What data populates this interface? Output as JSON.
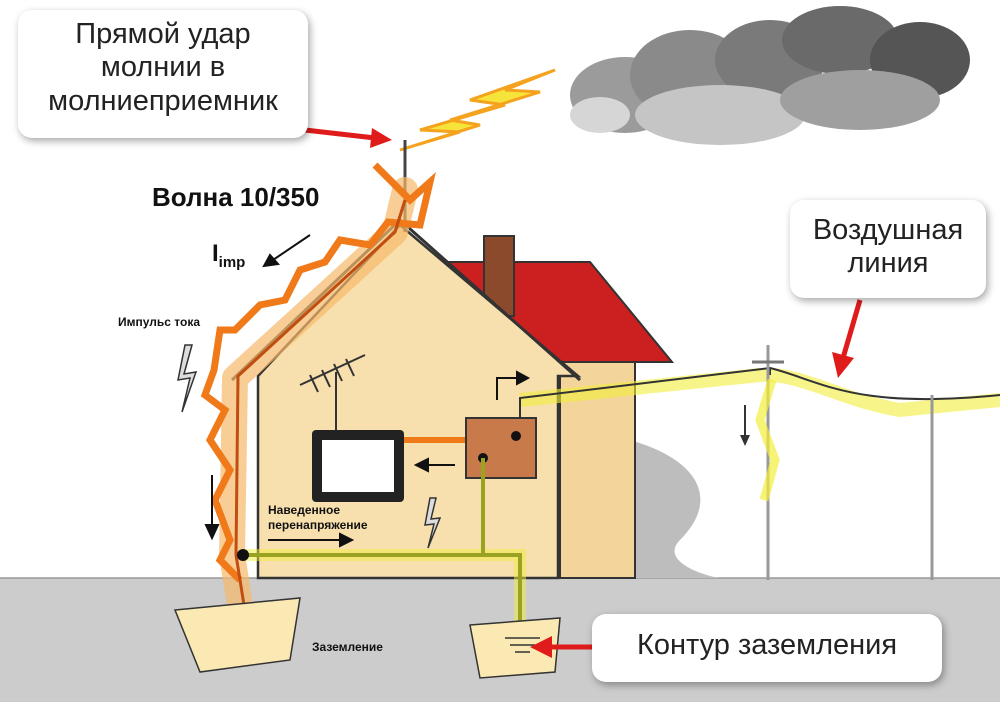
{
  "callouts": {
    "strike": [
      "Прямой удар",
      "молнии в",
      "молниеприемник"
    ],
    "overhead": [
      "Воздушная",
      "линия"
    ],
    "contour": "Контур заземления"
  },
  "labels": {
    "wave": "Волна 10/350",
    "current_symbol": "I",
    "current_sub": "imp",
    "current_pulse": "Импульс тока",
    "induced": [
      "Наведенное",
      "перенапряжение"
    ],
    "grounding": "Заземление"
  },
  "colors": {
    "lightning_orange": "#f07a1a",
    "lightning_glow": "#f7b96a",
    "overhead_glow": "#f2ee3a",
    "house_wall": "#f7dfae",
    "roof": "#cc1f1f",
    "chimney": "#8c4a2c",
    "box": "#c97a4a",
    "ground_wire": "#9aa321",
    "arrow_red": "#e01b1b",
    "ground_strip": "#cbcbcb"
  }
}
